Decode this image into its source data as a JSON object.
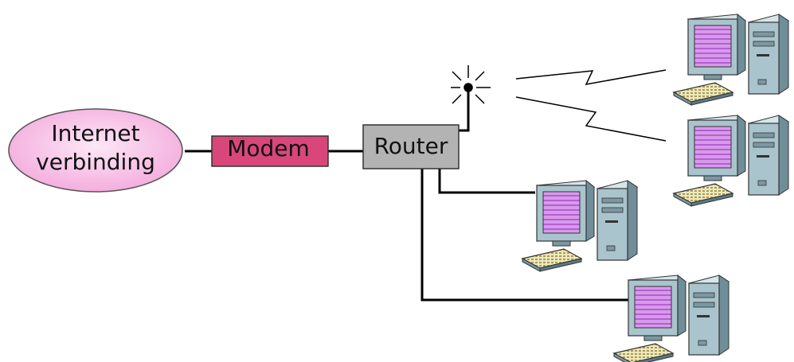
{
  "nodes": {
    "internet": {
      "line1": "Internet",
      "line2": "verbinding",
      "color": "#f6b8e4"
    },
    "modem": {
      "label": "Modem",
      "color": "#d9477a"
    },
    "router": {
      "label": "Router",
      "color": "#b3b3b3"
    }
  },
  "computers": {
    "count": 4,
    "screen_color": "#c77ee0",
    "case_color": "#a9c4cc",
    "keyboard_color": "#d8d2a0"
  },
  "links": {
    "wired_color": "#000000",
    "wireless": true
  }
}
